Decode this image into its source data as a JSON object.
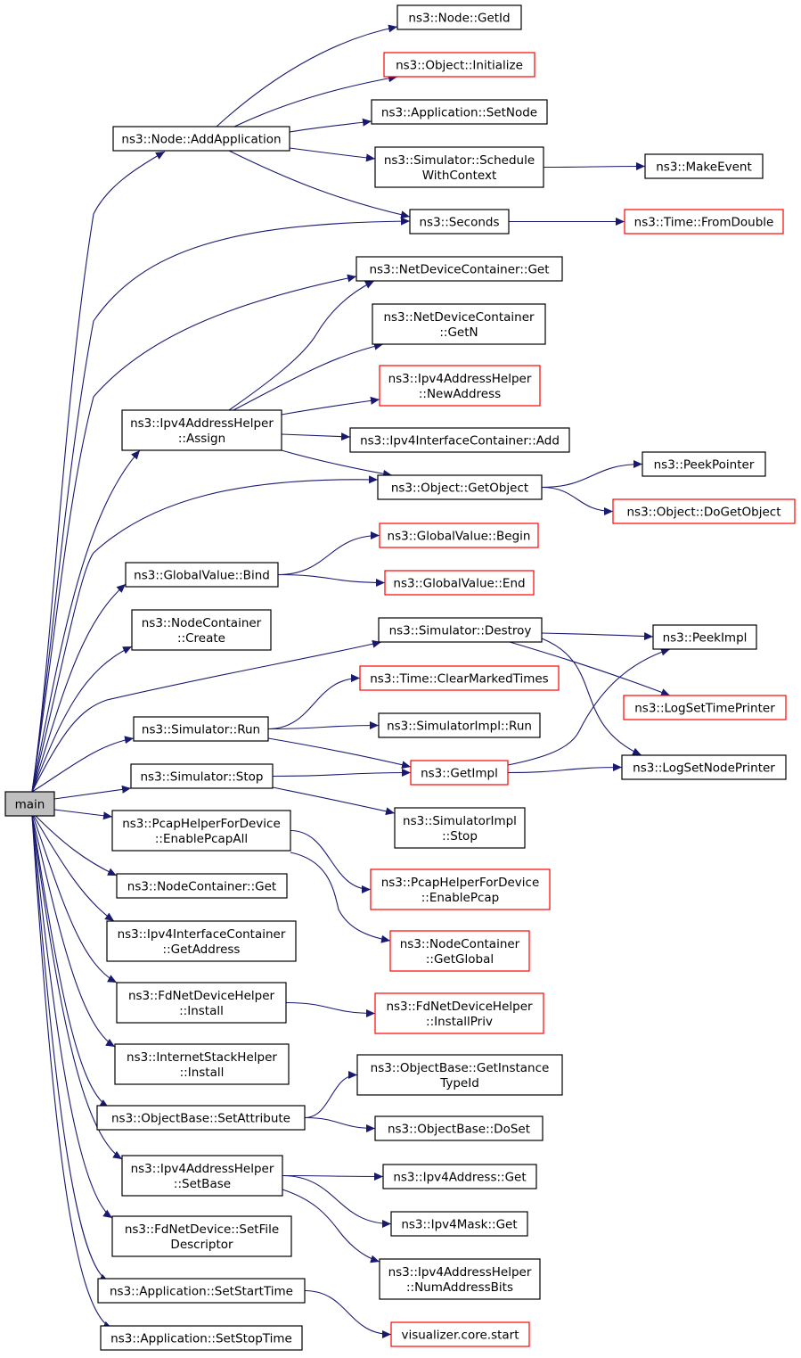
{
  "colors": {
    "edge": "#191970",
    "border_normal": "#000000",
    "border_highlight": "#ff0000",
    "root_fill": "#bfbfbf",
    "node_fill": "#ffffff"
  },
  "nodes": [
    {
      "id": "main",
      "lines": [
        "main"
      ],
      "style": "root"
    },
    {
      "id": "node_getid",
      "lines": [
        "ns3::Node::GetId"
      ],
      "style": "normal"
    },
    {
      "id": "object_initialize",
      "lines": [
        "ns3::Object::Initialize"
      ],
      "style": "red"
    },
    {
      "id": "app_setnode",
      "lines": [
        "ns3::Application::SetNode"
      ],
      "style": "normal"
    },
    {
      "id": "node_addapplication",
      "lines": [
        "ns3::Node::AddApplication"
      ],
      "style": "normal"
    },
    {
      "id": "sim_schedulewithcontext",
      "lines": [
        "ns3::Simulator::Schedule",
        "WithContext"
      ],
      "style": "normal"
    },
    {
      "id": "makeevent",
      "lines": [
        "ns3::MakeEvent"
      ],
      "style": "normal"
    },
    {
      "id": "seconds",
      "lines": [
        "ns3::Seconds"
      ],
      "style": "normal"
    },
    {
      "id": "time_fromdouble",
      "lines": [
        "ns3::Time::FromDouble"
      ],
      "style": "red"
    },
    {
      "id": "ndc_get",
      "lines": [
        "ns3::NetDeviceContainer::Get"
      ],
      "style": "normal"
    },
    {
      "id": "ndc_getn",
      "lines": [
        "ns3::NetDeviceContainer",
        "::GetN"
      ],
      "style": "normal"
    },
    {
      "id": "ipv4ah_newaddress",
      "lines": [
        "ns3::Ipv4AddressHelper",
        "::NewAddress"
      ],
      "style": "red"
    },
    {
      "id": "ipv4ah_assign",
      "lines": [
        "ns3::Ipv4AddressHelper",
        "::Assign"
      ],
      "style": "normal"
    },
    {
      "id": "ipv4ic_add",
      "lines": [
        "ns3::Ipv4InterfaceContainer::Add"
      ],
      "style": "normal"
    },
    {
      "id": "object_getobject",
      "lines": [
        "ns3::Object::GetObject"
      ],
      "style": "normal"
    },
    {
      "id": "peekpointer",
      "lines": [
        "ns3::PeekPointer"
      ],
      "style": "normal"
    },
    {
      "id": "object_dogetobject",
      "lines": [
        "ns3::Object::DoGetObject"
      ],
      "style": "red"
    },
    {
      "id": "gv_begin",
      "lines": [
        "ns3::GlobalValue::Begin"
      ],
      "style": "red"
    },
    {
      "id": "gv_bind",
      "lines": [
        "ns3::GlobalValue::Bind"
      ],
      "style": "normal"
    },
    {
      "id": "gv_end",
      "lines": [
        "ns3::GlobalValue::End"
      ],
      "style": "red"
    },
    {
      "id": "nc_create",
      "lines": [
        "ns3::NodeContainer",
        "::Create"
      ],
      "style": "normal"
    },
    {
      "id": "sim_destroy",
      "lines": [
        "ns3::Simulator::Destroy"
      ],
      "style": "normal"
    },
    {
      "id": "peekimpl",
      "lines": [
        "ns3::PeekImpl"
      ],
      "style": "normal"
    },
    {
      "id": "time_clearmarkedtimes",
      "lines": [
        "ns3::Time::ClearMarkedTimes"
      ],
      "style": "red"
    },
    {
      "id": "logsettimeprinter",
      "lines": [
        "ns3::LogSetTimePrinter"
      ],
      "style": "red"
    },
    {
      "id": "sim_run",
      "lines": [
        "ns3::Simulator::Run"
      ],
      "style": "normal"
    },
    {
      "id": "simimpl_run",
      "lines": [
        "ns3::SimulatorImpl::Run"
      ],
      "style": "normal"
    },
    {
      "id": "getimpl",
      "lines": [
        "ns3::GetImpl"
      ],
      "style": "red"
    },
    {
      "id": "logsetnodeprinter",
      "lines": [
        "ns3::LogSetNodePrinter"
      ],
      "style": "normal"
    },
    {
      "id": "sim_stop",
      "lines": [
        "ns3::Simulator::Stop"
      ],
      "style": "normal"
    },
    {
      "id": "simimpl_stop",
      "lines": [
        "ns3::SimulatorImpl",
        "::Stop"
      ],
      "style": "normal"
    },
    {
      "id": "phfd_enablepcapall",
      "lines": [
        "ns3::PcapHelperForDevice",
        "::EnablePcapAll"
      ],
      "style": "normal"
    },
    {
      "id": "phfd_enablepcap",
      "lines": [
        "ns3::PcapHelperForDevice",
        "::EnablePcap"
      ],
      "style": "red"
    },
    {
      "id": "nc_get",
      "lines": [
        "ns3::NodeContainer::Get"
      ],
      "style": "normal"
    },
    {
      "id": "nc_getglobal",
      "lines": [
        "ns3::NodeContainer",
        "::GetGlobal"
      ],
      "style": "red"
    },
    {
      "id": "ipv4ic_getaddress",
      "lines": [
        "ns3::Ipv4InterfaceContainer",
        "::GetAddress"
      ],
      "style": "normal"
    },
    {
      "id": "fdndh_install",
      "lines": [
        "ns3::FdNetDeviceHelper",
        "::Install"
      ],
      "style": "normal"
    },
    {
      "id": "fdndh_installpriv",
      "lines": [
        "ns3::FdNetDeviceHelper",
        "::InstallPriv"
      ],
      "style": "red"
    },
    {
      "id": "ish_install",
      "lines": [
        "ns3::InternetStackHelper",
        "::Install"
      ],
      "style": "normal"
    },
    {
      "id": "ob_getinstancetypeid",
      "lines": [
        "ns3::ObjectBase::GetInstance",
        "TypeId"
      ],
      "style": "normal"
    },
    {
      "id": "ob_setattribute",
      "lines": [
        "ns3::ObjectBase::SetAttribute"
      ],
      "style": "normal"
    },
    {
      "id": "ob_doset",
      "lines": [
        "ns3::ObjectBase::DoSet"
      ],
      "style": "normal"
    },
    {
      "id": "ipv4address_get",
      "lines": [
        "ns3::Ipv4Address::Get"
      ],
      "style": "normal"
    },
    {
      "id": "ipv4ah_setbase",
      "lines": [
        "ns3::Ipv4AddressHelper",
        "::SetBase"
      ],
      "style": "normal"
    },
    {
      "id": "ipv4mask_get",
      "lines": [
        "ns3::Ipv4Mask::Get"
      ],
      "style": "normal"
    },
    {
      "id": "fdnd_setfiledescriptor",
      "lines": [
        "ns3::FdNetDevice::SetFile",
        "Descriptor"
      ],
      "style": "normal"
    },
    {
      "id": "ipv4ah_numaddressbits",
      "lines": [
        "ns3::Ipv4AddressHelper",
        "::NumAddressBits"
      ],
      "style": "normal"
    },
    {
      "id": "app_setstarttime",
      "lines": [
        "ns3::Application::SetStartTime"
      ],
      "style": "normal"
    },
    {
      "id": "visualizer_core_start",
      "lines": [
        "visualizer.core.start"
      ],
      "style": "red"
    },
    {
      "id": "app_setstoptime",
      "lines": [
        "ns3::Application::SetStopTime"
      ],
      "style": "normal"
    }
  ],
  "edges": [
    [
      "main",
      "node_addapplication"
    ],
    [
      "main",
      "seconds"
    ],
    [
      "main",
      "ndc_get"
    ],
    [
      "main",
      "ipv4ah_assign"
    ],
    [
      "main",
      "object_getobject"
    ],
    [
      "main",
      "gv_bind"
    ],
    [
      "main",
      "nc_create"
    ],
    [
      "main",
      "sim_destroy"
    ],
    [
      "main",
      "sim_run"
    ],
    [
      "main",
      "sim_stop"
    ],
    [
      "main",
      "phfd_enablepcapall"
    ],
    [
      "main",
      "nc_get"
    ],
    [
      "main",
      "ipv4ic_getaddress"
    ],
    [
      "main",
      "fdndh_install"
    ],
    [
      "main",
      "ish_install"
    ],
    [
      "main",
      "ob_setattribute"
    ],
    [
      "main",
      "ipv4ah_setbase"
    ],
    [
      "main",
      "fdnd_setfiledescriptor"
    ],
    [
      "main",
      "app_setstarttime"
    ],
    [
      "main",
      "app_setstoptime"
    ],
    [
      "node_addapplication",
      "node_getid"
    ],
    [
      "node_addapplication",
      "object_initialize"
    ],
    [
      "node_addapplication",
      "app_setnode"
    ],
    [
      "node_addapplication",
      "sim_schedulewithcontext"
    ],
    [
      "node_addapplication",
      "seconds"
    ],
    [
      "sim_schedulewithcontext",
      "makeevent"
    ],
    [
      "seconds",
      "time_fromdouble"
    ],
    [
      "ipv4ah_assign",
      "ndc_get"
    ],
    [
      "ipv4ah_assign",
      "ndc_getn"
    ],
    [
      "ipv4ah_assign",
      "ipv4ah_newaddress"
    ],
    [
      "ipv4ah_assign",
      "ipv4ic_add"
    ],
    [
      "ipv4ah_assign",
      "object_getobject"
    ],
    [
      "object_getobject",
      "peekpointer"
    ],
    [
      "object_getobject",
      "object_dogetobject"
    ],
    [
      "gv_bind",
      "gv_begin"
    ],
    [
      "gv_bind",
      "gv_end"
    ],
    [
      "sim_destroy",
      "peekimpl"
    ],
    [
      "sim_destroy",
      "logsettimeprinter"
    ],
    [
      "sim_destroy",
      "logsetnodeprinter"
    ],
    [
      "sim_run",
      "time_clearmarkedtimes"
    ],
    [
      "sim_run",
      "simimpl_run"
    ],
    [
      "sim_run",
      "getimpl"
    ],
    [
      "sim_stop",
      "getimpl"
    ],
    [
      "sim_stop",
      "simimpl_stop"
    ],
    [
      "getimpl",
      "peekimpl"
    ],
    [
      "getimpl",
      "logsetnodeprinter"
    ],
    [
      "phfd_enablepcapall",
      "phfd_enablepcap"
    ],
    [
      "phfd_enablepcapall",
      "nc_getglobal"
    ],
    [
      "fdndh_install",
      "fdndh_installpriv"
    ],
    [
      "ob_setattribute",
      "ob_getinstancetypeid"
    ],
    [
      "ob_setattribute",
      "ob_doset"
    ],
    [
      "ipv4ah_setbase",
      "ipv4address_get"
    ],
    [
      "ipv4ah_setbase",
      "ipv4mask_get"
    ],
    [
      "ipv4ah_setbase",
      "ipv4ah_numaddressbits"
    ],
    [
      "app_setstarttime",
      "visualizer_core_start"
    ]
  ]
}
